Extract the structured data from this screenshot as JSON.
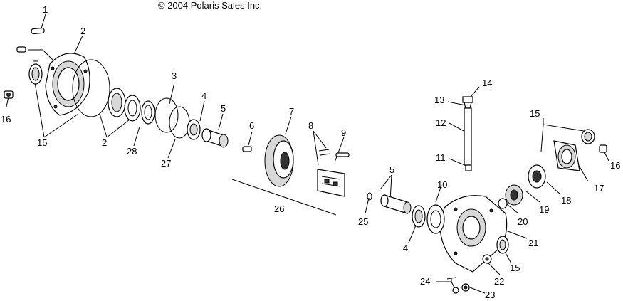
{
  "copyright": "© 2004 Polaris Sales Inc.",
  "callouts": [
    {
      "id": "c1",
      "text": "1"
    },
    {
      "id": "c2a",
      "text": "2"
    },
    {
      "id": "c16a",
      "text": "16"
    },
    {
      "id": "c15a",
      "text": "15"
    },
    {
      "id": "c2b",
      "text": "2"
    },
    {
      "id": "c28",
      "text": "28"
    },
    {
      "id": "c3",
      "text": "3"
    },
    {
      "id": "c27",
      "text": "27"
    },
    {
      "id": "c4a",
      "text": "4"
    },
    {
      "id": "c5a",
      "text": "5"
    },
    {
      "id": "c6",
      "text": "6"
    },
    {
      "id": "c7",
      "text": "7"
    },
    {
      "id": "c8",
      "text": "8"
    },
    {
      "id": "c9",
      "text": "9"
    },
    {
      "id": "c26",
      "text": "26"
    },
    {
      "id": "c14",
      "text": "14"
    },
    {
      "id": "c13",
      "text": "13"
    },
    {
      "id": "c12",
      "text": "12"
    },
    {
      "id": "c11",
      "text": "11"
    },
    {
      "id": "c15b",
      "text": "15"
    },
    {
      "id": "c16b",
      "text": "16"
    },
    {
      "id": "c17",
      "text": "17"
    },
    {
      "id": "c18",
      "text": "18"
    },
    {
      "id": "c19",
      "text": "19"
    },
    {
      "id": "c20",
      "text": "20"
    },
    {
      "id": "c21",
      "text": "21"
    },
    {
      "id": "c5b",
      "text": "5"
    },
    {
      "id": "c10",
      "text": "10"
    },
    {
      "id": "c25",
      "text": "25"
    },
    {
      "id": "c4b",
      "text": "4"
    },
    {
      "id": "c15c",
      "text": "15"
    },
    {
      "id": "c22",
      "text": "22"
    },
    {
      "id": "c24",
      "text": "24"
    },
    {
      "id": "c23",
      "text": "23"
    }
  ]
}
